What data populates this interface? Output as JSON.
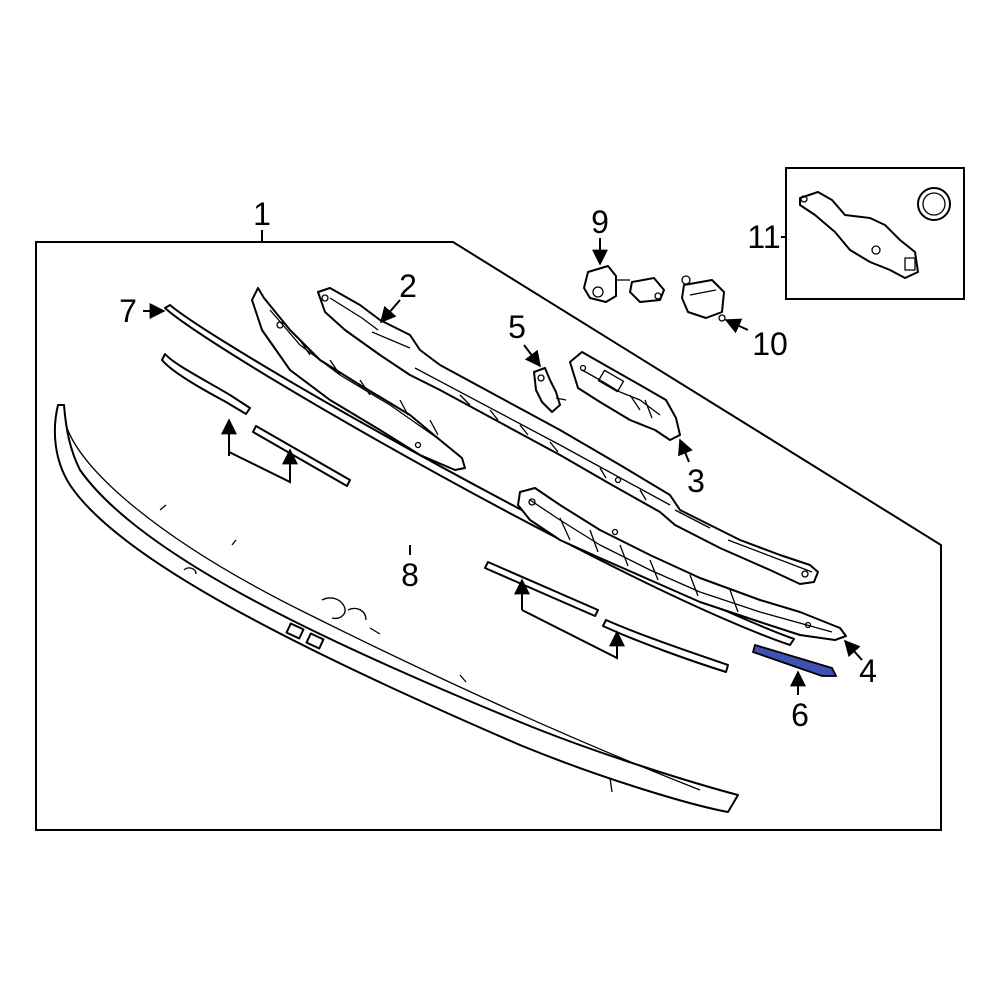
{
  "diagram": {
    "callouts": {
      "c1": "1",
      "c2": "2",
      "c3": "3",
      "c4": "4",
      "c5": "5",
      "c6": "6",
      "c7": "7",
      "c8": "8",
      "c9": "9",
      "c10": "10",
      "c11": "11"
    },
    "colors": {
      "line": "#000000",
      "background": "#ffffff",
      "highlight_part": "#3f51b5"
    }
  }
}
